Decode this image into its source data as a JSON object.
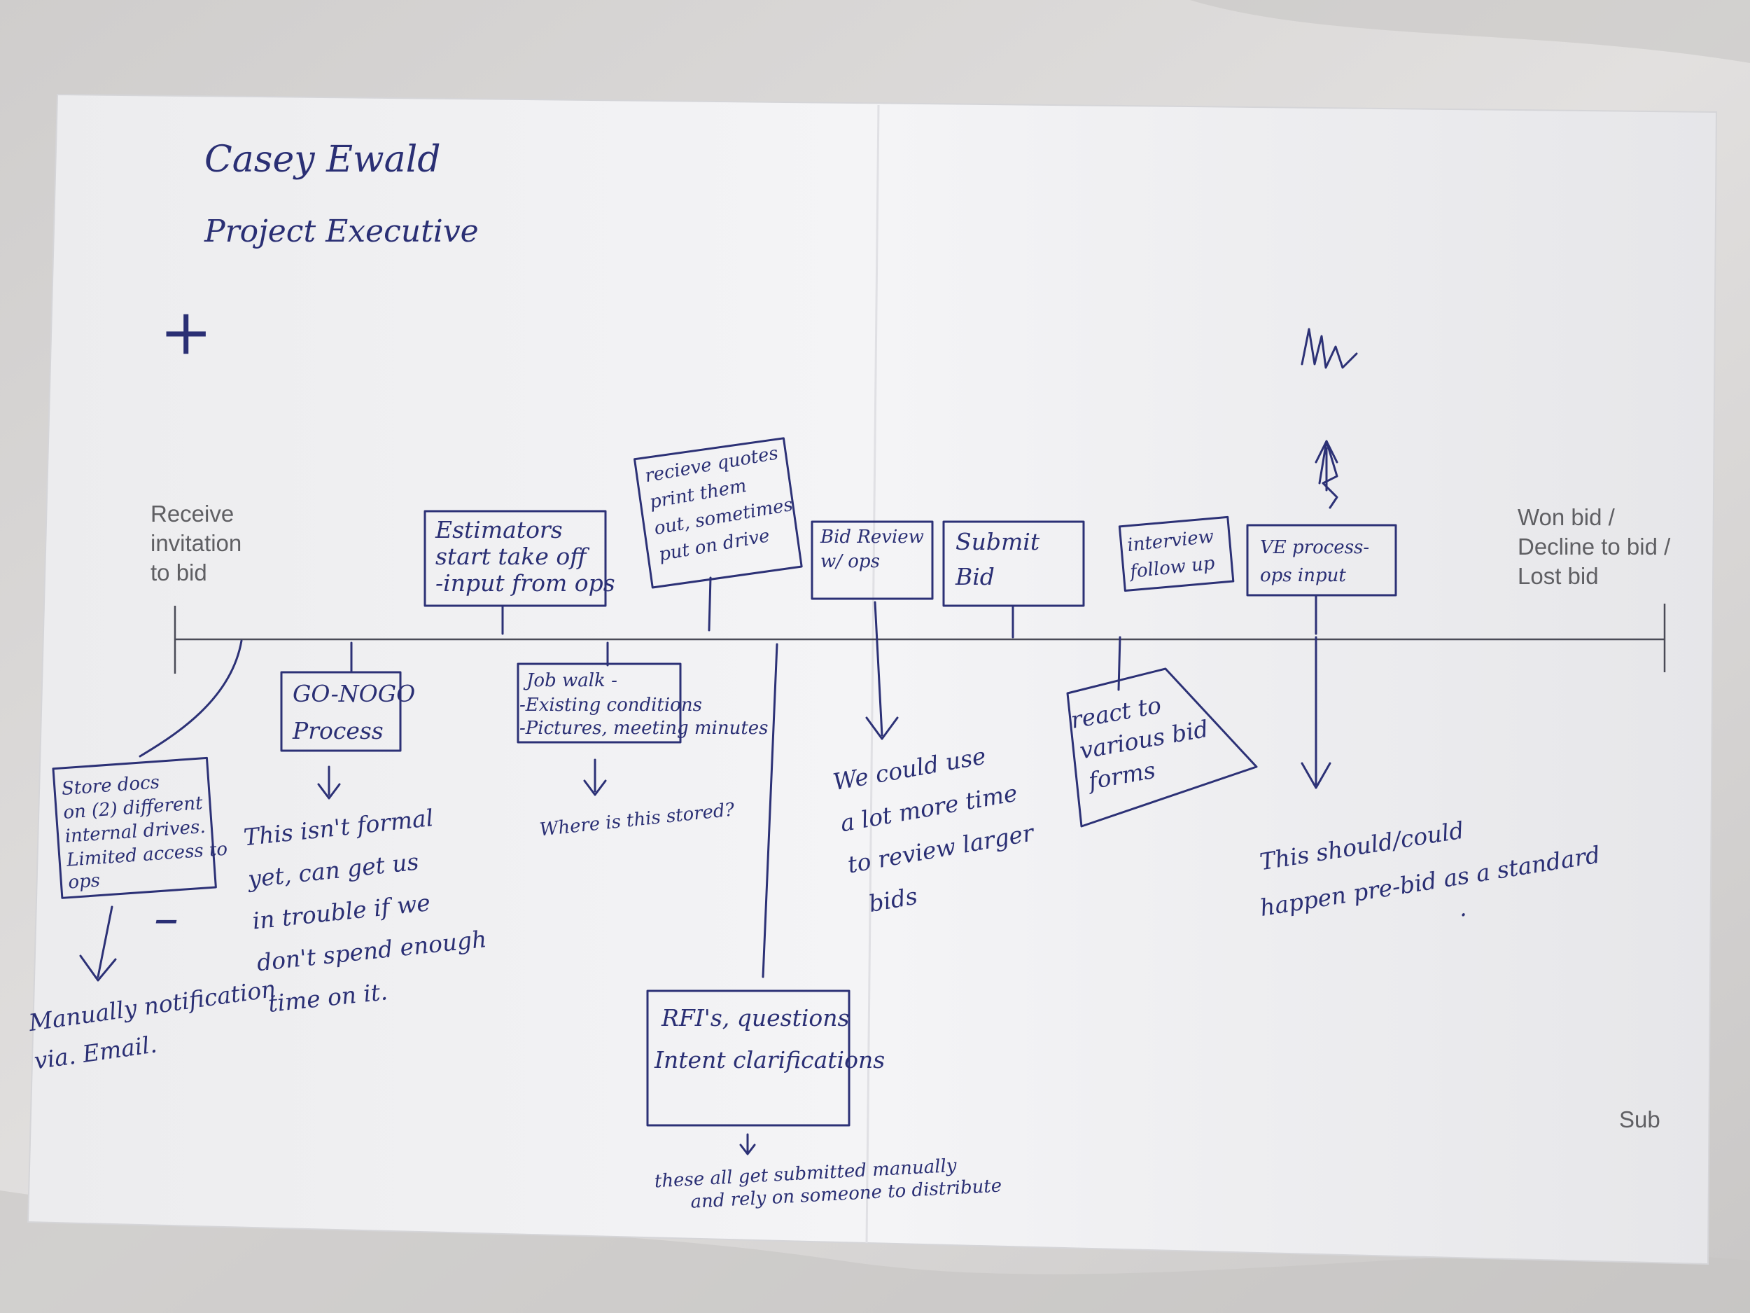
{
  "header": {
    "name": "Casey Ewald",
    "role": "Project Executive"
  },
  "symbols": {
    "plus": "+",
    "minus": "–"
  },
  "timeline": {
    "start_label": [
      "Receive",
      "invitation",
      "to bid"
    ],
    "end_label": [
      "Won bid /",
      "Decline to bid /",
      "Lost bid"
    ]
  },
  "above_notes": {
    "estimators": [
      "Estimators",
      "start take off",
      "-input from ops"
    ],
    "receive_quotes": [
      "recieve quotes",
      "print them",
      "out, sometimes",
      "put on drive"
    ],
    "bid_review": [
      "Bid Review",
      "w/ ops"
    ],
    "submit_bid": [
      "Submit",
      "Bid"
    ],
    "interview": [
      "interview",
      "follow up"
    ],
    "ve_process": [
      "VE process-",
      "ops input"
    ]
  },
  "below_notes": {
    "store_docs": [
      "Store docs",
      "on (2) different",
      "internal drives.",
      "Limited access to",
      "ops"
    ],
    "manual_notification": [
      "Manually notification",
      "via. Email."
    ],
    "go_nogo": [
      "GO-NOGO",
      "Process"
    ],
    "go_nogo_comment": [
      "This isn't formal",
      "yet, can get us",
      "in trouble if we",
      "don't spend enough",
      "time on it."
    ],
    "job_walk": [
      "Job walk -",
      "-Existing conditions",
      "-Pictures, meeting minutes"
    ],
    "job_walk_question": "Where is this stored?",
    "rfis": [
      "RFI's, questions",
      "Intent clarifications"
    ],
    "rfis_comment": [
      "these all get submitted manually",
      "and rely on someone to distribute"
    ],
    "bid_review_comment": [
      "We could use",
      "a lot more time",
      "to review larger",
      "bids"
    ],
    "react": [
      "react to",
      "various bid",
      "forms"
    ],
    "ve_comment": [
      "This should/could",
      "happen pre-bid as a standard",
      "."
    ]
  },
  "corner_label": "Sub",
  "colors": {
    "paper": "#f1f1f3",
    "ink": "#2c3176",
    "printed": "#5f5f63",
    "fabric": "#d9d7d6"
  }
}
